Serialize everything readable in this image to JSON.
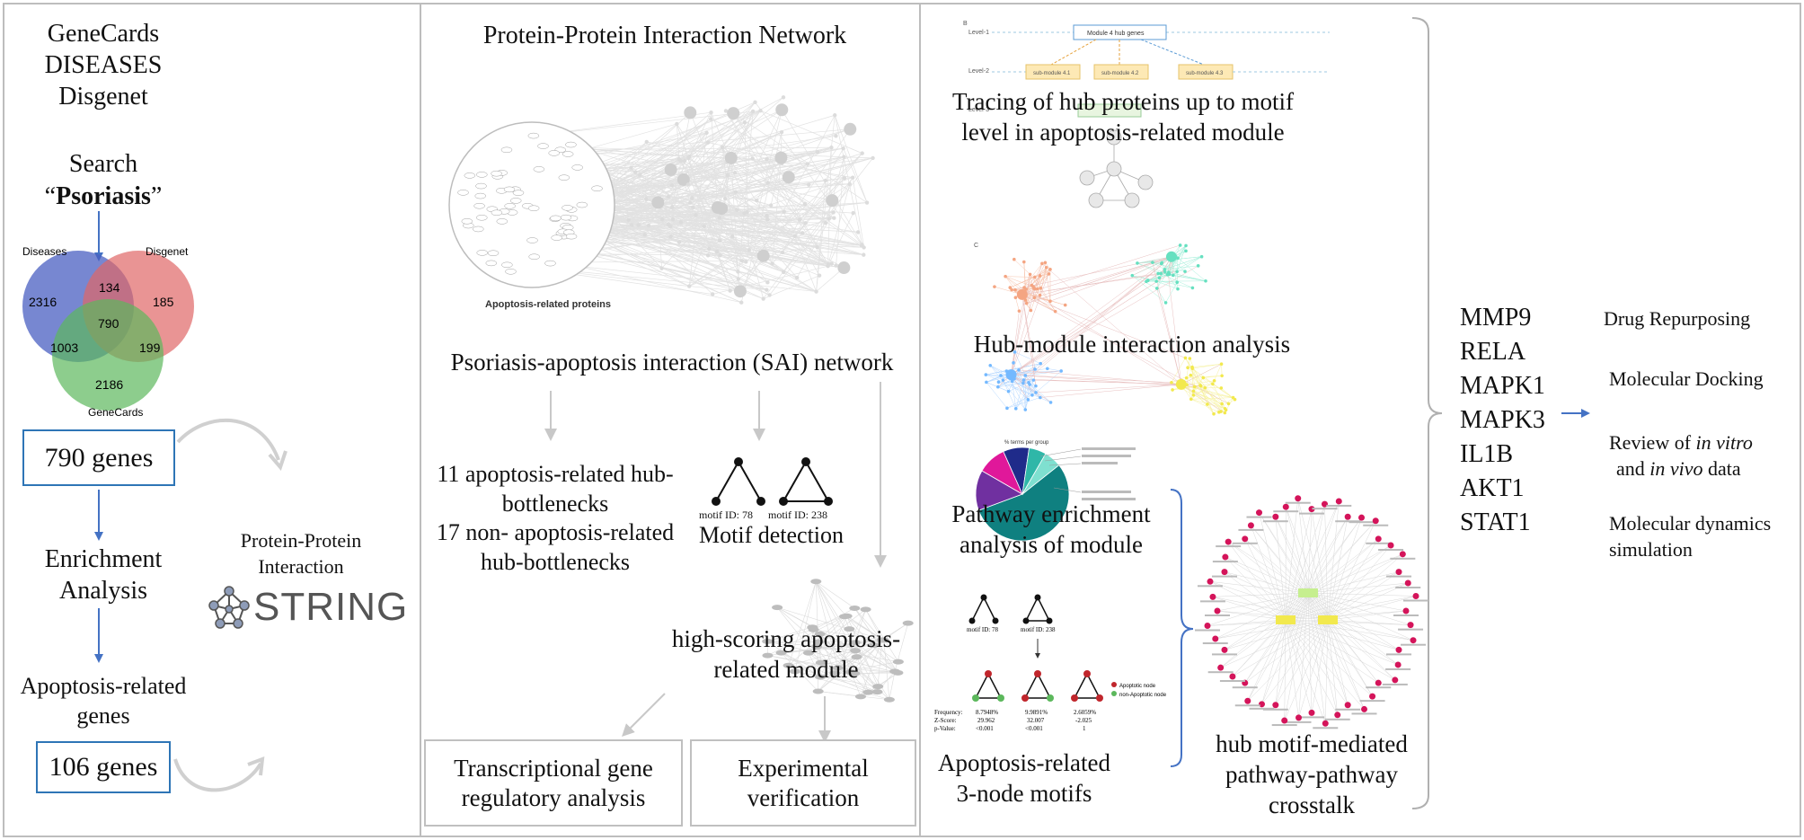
{
  "panel1": {
    "sources": [
      "GeneCards",
      "DISEASES",
      "Disgenet"
    ],
    "search_label": "Search",
    "search_term_open": "“",
    "search_term": "Psoriasis",
    "search_term_close": "”",
    "venn": {
      "labels": {
        "diseases": "Diseases",
        "disgenet": "Disgenet",
        "genecards": "GeneCards"
      },
      "counts": {
        "diseases_only": "2316",
        "disgenet_only": "185",
        "genecards_only": "2186",
        "diseases_disgenet": "134",
        "diseases_genecards": "1003",
        "disgenet_genecards": "199",
        "all": "790"
      },
      "colors": {
        "diseases": "#4a5fc1",
        "disgenet": "#e06666",
        "genecards": "#5cb85c"
      }
    },
    "genes_790": "790 genes",
    "enrichment": [
      "Enrichment",
      "Analysis"
    ],
    "apoptosis_related": [
      "Apoptosis-related",
      "genes"
    ],
    "genes_106": "106 genes",
    "string_title": [
      "Protein-Protein",
      "Interaction"
    ],
    "string_logo": "STRING"
  },
  "panel2": {
    "title": "Protein-Protein Interaction Network",
    "apoptosis_proteins_label": "Apoptosis-related proteins",
    "sai_network": "Psoriasis-apoptosis interaction (SAI) network",
    "hub_bottlenecks": [
      "11 apoptosis-related hub-",
      "bottlenecks",
      "17 non- apoptosis-related",
      "hub-bottlenecks"
    ],
    "motif_ids": [
      "motif  ID: 78",
      "motif  ID: 238"
    ],
    "motif_detection": "Motif detection",
    "high_scoring": [
      "high-scoring apoptosis-",
      "related module"
    ],
    "transcriptional": [
      "Transcriptional gene",
      "regulatory analysis"
    ],
    "experimental": [
      "Experimental",
      "verification"
    ]
  },
  "panel3": {
    "tracing": [
      "Tracing of hub proteins up to motif",
      "level in apoptosis-related module"
    ],
    "hub_module": "Hub-module interaction analysis",
    "pathway": [
      "Pathway enrichment",
      "analysis of module"
    ],
    "apoptosis_motifs": [
      "Apoptosis-related",
      "3-node motifs"
    ],
    "crosstalk": [
      "hub motif-mediated",
      "pathway-pathway",
      "crosstalk"
    ],
    "mini_motif_ids": [
      "motif  ID: 78",
      "motif  ID: 238"
    ],
    "stats_labels": [
      "Frequency:",
      "Z-Score:",
      "p-Value:"
    ],
    "stats_cols": [
      [
        "8.7948%",
        "29.962",
        "<0.001"
      ],
      [
        "9.9891%",
        "32.007",
        "<0.001"
      ],
      [
        "2.6059%",
        "-2.025",
        "1"
      ]
    ],
    "legend": [
      "Apoptotic node",
      "non-Apoptotic node"
    ],
    "hier": {
      "level1": "Level-1",
      "level2": "Level-2",
      "level3": "Level-3",
      "root": "Module 4 hub genes",
      "subs": [
        "sub-module 4.1",
        "sub-module 4.2",
        "sub-module 4.3"
      ],
      "b_label": "B",
      "c_label": "C"
    },
    "pie_title": "% terms per group"
  },
  "panel4": {
    "genes": [
      "MMP9",
      "RELA",
      "MAPK1",
      "MAPK3",
      "IL1B",
      "AKT1",
      "STAT1"
    ],
    "outcomes": {
      "drug": "Drug Repurposing",
      "docking": "Molecular Docking",
      "review_pre": "Review of ",
      "review_it1": "in vitro",
      "review_mid": "and ",
      "review_it2": "in vivo",
      "review_post": " data",
      "md": [
        "Molecular dynamics",
        "simulation"
      ]
    }
  }
}
